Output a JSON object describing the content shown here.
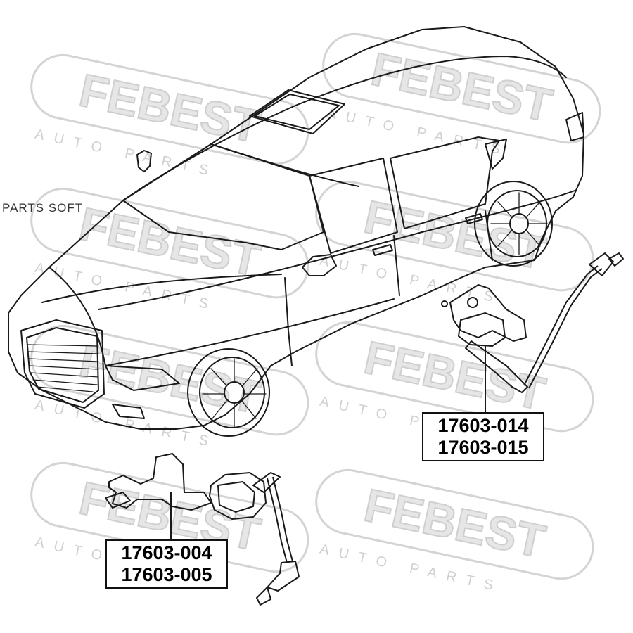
{
  "watermark": {
    "brand": "FEBEST",
    "tagline": "AUTO PARTS",
    "color": "#d9d9d9"
  },
  "overlay_text": "PARTS SOFT",
  "part_groups": [
    {
      "id": "rear-sensor",
      "numbers": [
        "17603-014",
        "17603-015"
      ]
    },
    {
      "id": "front-sensor",
      "numbers": [
        "17603-004",
        "17603-005"
      ]
    }
  ],
  "colors": {
    "line": "#1a1a1a",
    "background": "#ffffff"
  }
}
